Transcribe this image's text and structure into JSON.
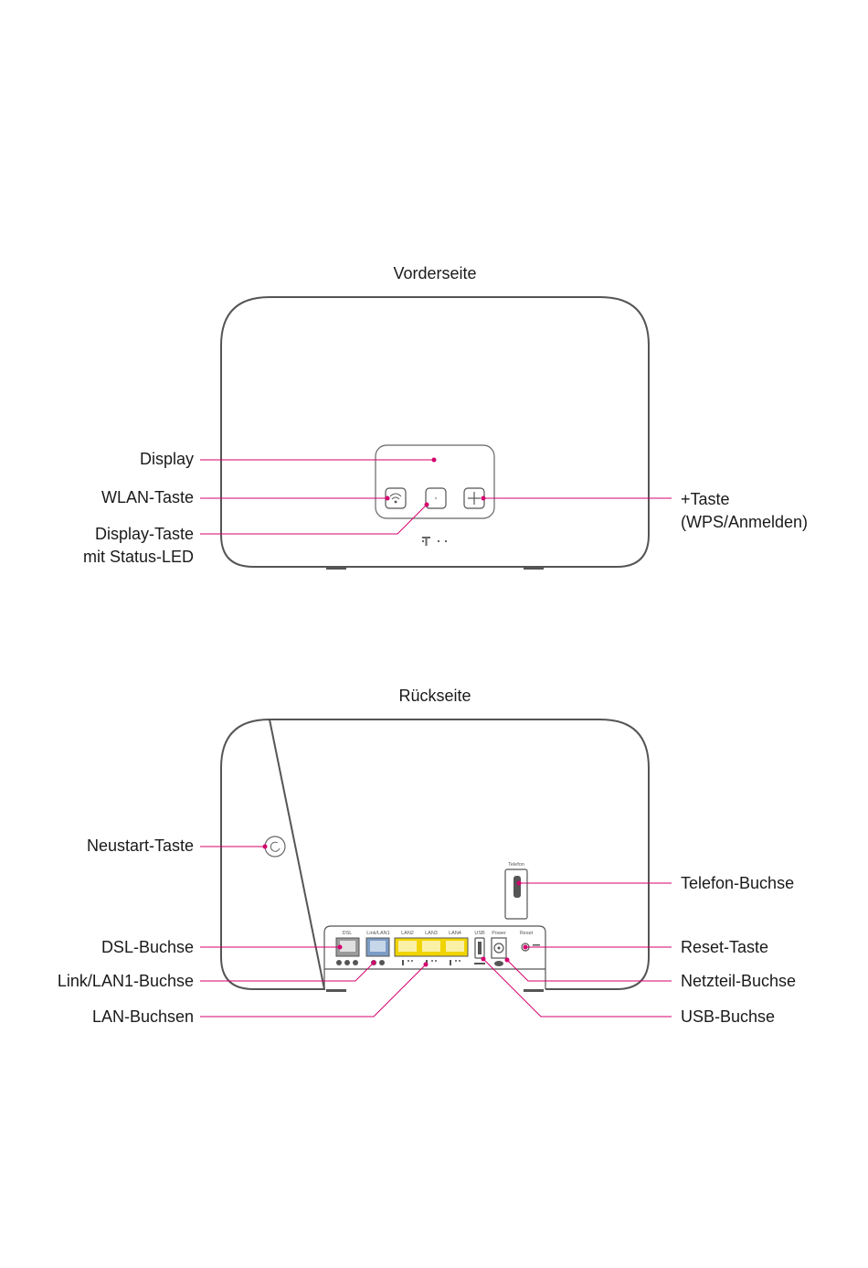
{
  "front": {
    "title": "Vorderseite",
    "labels": {
      "display": "Display",
      "wlan_button": "WLAN-Taste",
      "display_button_1": "Display-Taste",
      "display_button_2": "mit Status-LED",
      "plus_button_1": "+Taste",
      "plus_button_2": "(WPS/Anmelden)"
    }
  },
  "back": {
    "title": "Rückseite",
    "labels": {
      "restart_button": "Neustart-Taste",
      "dsl_port": "DSL-Buchse",
      "link_lan1_port": "Link/LAN1-Buchse",
      "lan_ports": "LAN-Buchsen",
      "phone_port": "Telefon-Buchse",
      "reset_button": "Reset-Taste",
      "power_port": "Netzteil-Buchse",
      "usb_port": "USB-Buchse"
    },
    "port_labels": {
      "telefon": "Telefon",
      "dsl": "DSL",
      "link_lan1": "Link/LAN1",
      "lan2": "LAN2",
      "lan3": "LAN3",
      "lan4": "LAN4",
      "usb": "USB",
      "power": "Power",
      "reset": "Reset"
    }
  },
  "colors": {
    "callout": "#d4006e",
    "outline": "#555555",
    "lan_yellow": "#f0d400",
    "lan1_blue": "#7b9cc4",
    "dsl_grey": "#9a9a9a"
  }
}
